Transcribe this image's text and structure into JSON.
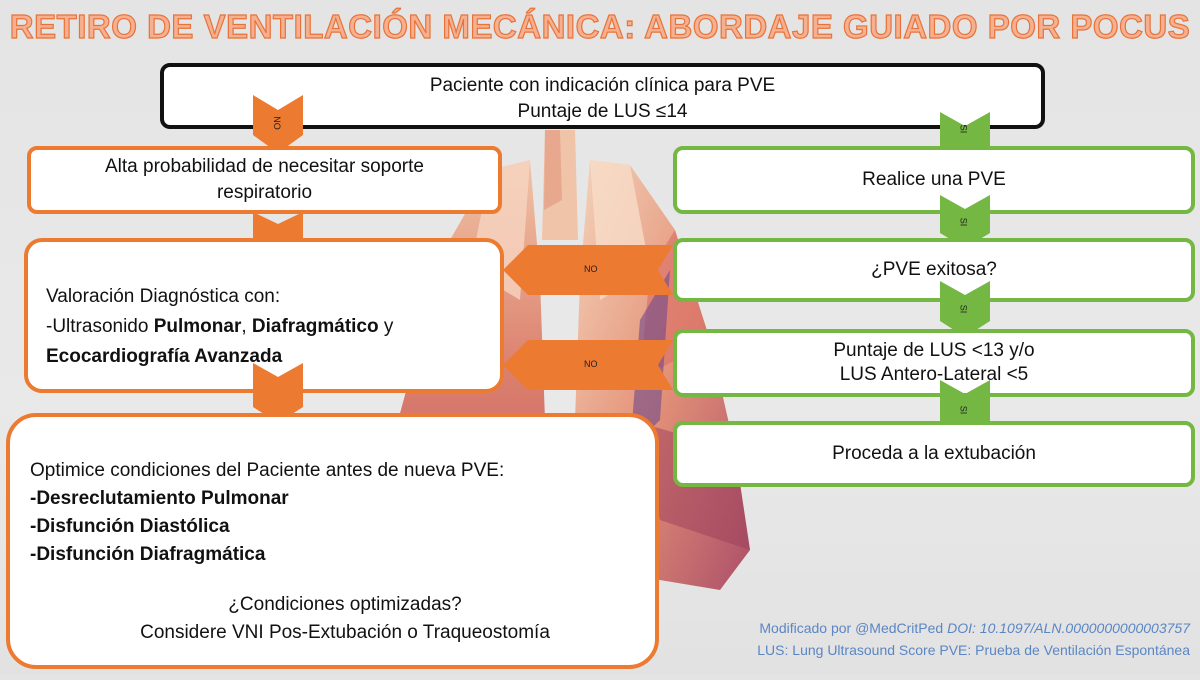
{
  "title": "RETIRO DE VENTILACIÓN MECÁNICA: ABORDAJE GUIADO POR POCUS",
  "top_box": {
    "line1": "Paciente con indicación clínica para PVE",
    "line2": "Puntaje de LUS ≤14"
  },
  "left": {
    "high_prob": "Alta probabilidad de necesitar soporte respiratorio",
    "diag": {
      "line1": "Valoración Diagnóstica con:",
      "line2_prefix": "-Ultrasonido ",
      "pulmonar": "Pulmonar",
      "comma": ", ",
      "diafragmatico": "Diafragmático",
      "y": " y",
      "eco": "Ecocardiografía Avanzada"
    },
    "optimize": {
      "heading": "Optimice condiciones del Paciente antes de nueva PVE:",
      "items": [
        "-Desreclutamiento Pulmonar",
        "-Disfunción Diastólica",
        "-Disfunción Diafragmática"
      ],
      "question": "¿Condiciones optimizadas?",
      "consider": "Considere VNI Pos-Extubación o Traqueostomía"
    }
  },
  "right": {
    "realice": "Realice una PVE",
    "exitosa": "¿PVE exitosa?",
    "puntaje_line1": "Puntaje de LUS  <13 y/o",
    "puntaje_line2": "LUS Antero-Lateral <5",
    "proceda": "Proceda a la extubación"
  },
  "arrows": {
    "no": "NO",
    "si": "SI"
  },
  "footer": {
    "credit": "Modificado por @MedCritPed",
    "doi": "DOI: 10.1097/ALN.0000000000003757",
    "legend": "LUS: Lung Ultrasound Score PVE: Prueba de Ventilación Espontánea"
  },
  "colors": {
    "orange": "#ec7a30",
    "green": "#74b743",
    "footer_blue": "#5b86c4"
  }
}
